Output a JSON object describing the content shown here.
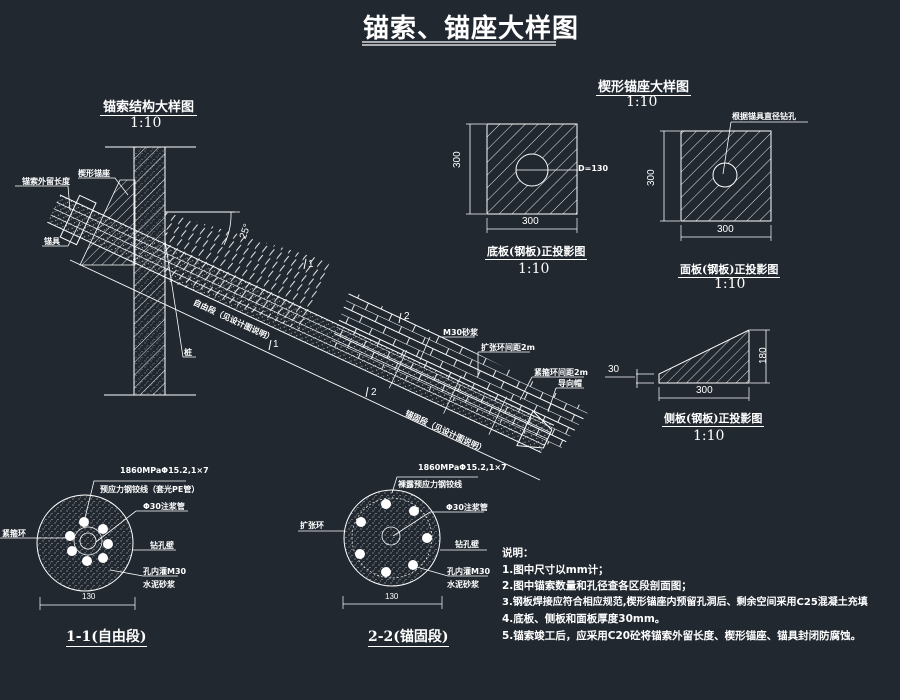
{
  "title": "锚索、锚座大样图",
  "anchor_detail": {
    "title": "锚索结构大样图",
    "scale": "1:10",
    "labels": {
      "outer_length": "锚索外留长度",
      "wedge_seat": "楔形锚座",
      "anchorage": "锚具",
      "pile": "桩",
      "free_section": "自由段（见设计图说明）",
      "anchored_section": "锚固段（见设计图说明）",
      "mortar": "M30砂浆",
      "spreader_spacing": "扩张环间距2m",
      "tie_ring_spacing": "紧箍环间距2m",
      "guide_cap": "导向帽",
      "angle": "25°",
      "section_mark_1a": "1",
      "section_mark_1b": "1",
      "section_mark_2a": "2",
      "section_mark_2b": "2"
    }
  },
  "wedge_seat_detail": {
    "title": "楔形锚座大样图",
    "scale": "1:10"
  },
  "bottom_plate": {
    "title": "底板(钢板)正投影图",
    "scale": "1:10",
    "width": "300",
    "height": "300",
    "hole": "D=130"
  },
  "face_plate": {
    "title": "面板(钢板)正投影图",
    "scale": "1:10",
    "width": "300",
    "height": "300",
    "hole_note": "根据锚具直径钻孔"
  },
  "side_plate": {
    "title": "侧板(钢板)正投影图",
    "scale": "1:10",
    "width": "300",
    "height": "180",
    "small_height": "30"
  },
  "section_1": {
    "title": "1-1(自由段)",
    "strand_spec": "1860MPaΦ15.2,1×7",
    "strand_desc": "预应力钢铰线（套光PE管）",
    "grout_pipe": "Φ30注浆管",
    "tie_ring": "紧箍环",
    "borehole_wall": "钻孔壁",
    "grout_a": "孔内灌M30",
    "grout_b": "水泥砂浆",
    "diameter": "130"
  },
  "section_2": {
    "title": "2-2(锚固段)",
    "strand_spec": "1860MPaΦ15.2,1×7",
    "strand_desc": "裸露预应力钢铰线",
    "grout_pipe": "Φ30注浆管",
    "spreader_ring": "扩张环",
    "borehole_wall": "钻孔壁",
    "grout_a": "孔内灌M30",
    "grout_b": "水泥砂浆",
    "diameter": "130"
  },
  "notes": {
    "heading": "说明：",
    "items": [
      "1.图中尺寸以mm计；",
      "2.图中锚索数量和孔径查各区段剖面图；",
      "3.钢板焊接应符合相应规范,楔形锚座内预留孔洞后、剩余空间采用C25混凝土充填",
      "4.底板、侧板和面板厚度30mm。",
      "5.锚索竣工后，应采用C20砼将锚索外留长度、楔形锚座、锚具封闭防腐蚀。"
    ]
  },
  "colors": {
    "background": "#212830",
    "lines": "#ffffff"
  }
}
